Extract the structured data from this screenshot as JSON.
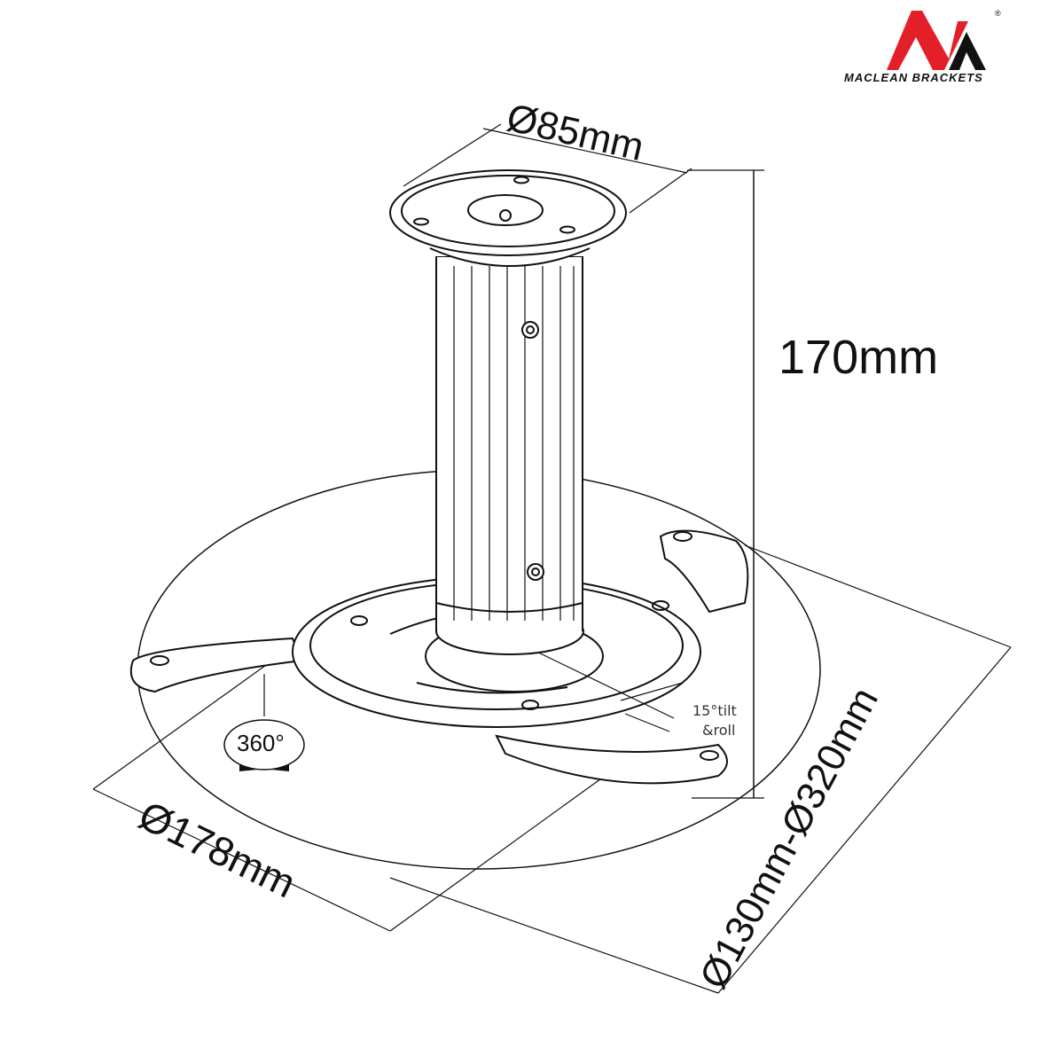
{
  "brand": {
    "name": "MACLEAN BRACKETS",
    "registered_mark": "®",
    "colors": {
      "red": "#e3202a",
      "black": "#111111"
    }
  },
  "diagram": {
    "subject": "Projector ceiling mount",
    "dimensions": {
      "top_plate_diameter": "Ø85mm",
      "height": "170mm",
      "base_plate_diameter": "Ø178mm",
      "arm_span_range": "Ø130mm-Ø320mm"
    },
    "annotations": {
      "rotation": "360°",
      "tilt_line1": "15°tilt",
      "tilt_line2": "&roll"
    }
  }
}
